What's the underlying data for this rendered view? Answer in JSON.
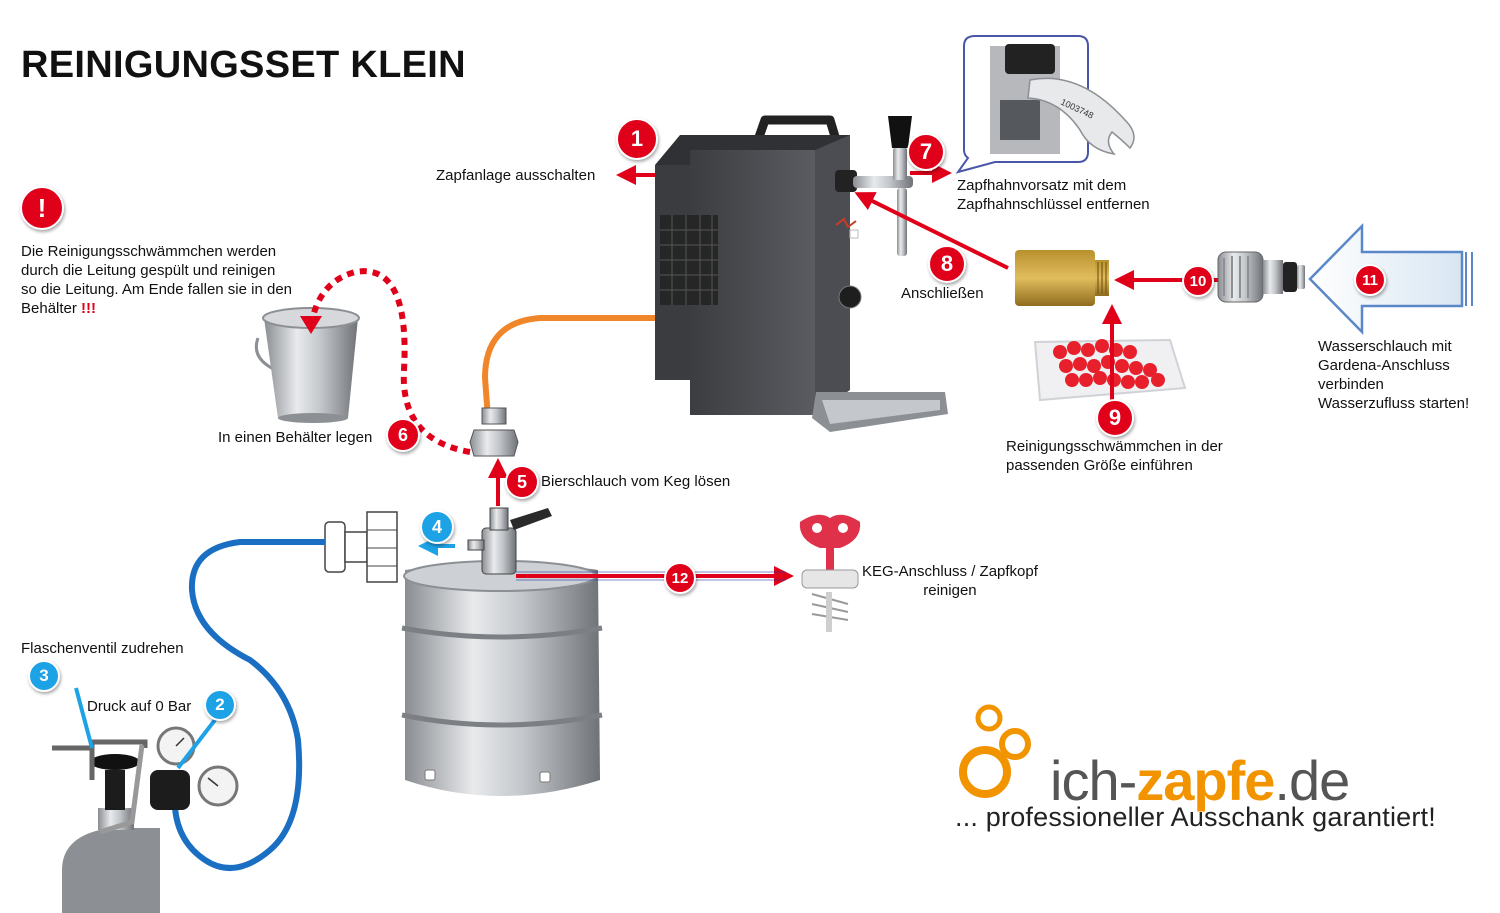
{
  "title": "REINIGUNGSSET KLEIN",
  "warning": {
    "badge": "!",
    "text": "Die Reinigungsschwämmchen werden\ndurch die Leitung gespült und reinigen\nso die Leitung. Am Ende fallen sie in den\nBehälter",
    "emphasis": "!!!"
  },
  "steps": {
    "s1": {
      "num": "1",
      "label": "Zapfanlage ausschalten"
    },
    "s2": {
      "num": "2",
      "label": "Druck auf 0 Bar"
    },
    "s3": {
      "num": "3",
      "label": "Flaschenventil zudrehen"
    },
    "s4": {
      "num": "4"
    },
    "s5": {
      "num": "5",
      "label": "Bierschlauch vom Keg lösen"
    },
    "s6": {
      "num": "6",
      "label": "In einen Behälter legen"
    },
    "s7": {
      "num": "7",
      "label": "Zapfhahnvorsatz mit dem\nZapfhahnschlüssel entfernen"
    },
    "s8": {
      "num": "8",
      "label": "Anschließen"
    },
    "s9": {
      "num": "9",
      "label": "Reinigungsschwämmchen in der\npassenden Größe einführen"
    },
    "s10": {
      "num": "10"
    },
    "s11": {
      "num": "11",
      "label": "Wasserschlauch mit\nGardena-Anschluss\nverbinden\nWasserzufluss starten!"
    },
    "s12": {
      "num": "12",
      "label": "KEG-Anschluss / Zapfkopf\nreinigen"
    }
  },
  "wrench_serial": "1003748",
  "logo": {
    "prefix": "ich-",
    "highlight": "zapfe",
    "suffix": ".de",
    "tagline": "... professioneller Ausschank garantiert!"
  },
  "colors": {
    "red_badge": "#e0001a",
    "blue_badge": "#1ea2e6",
    "beer_hose": "#f0862a",
    "water_hose": "#1b6fc2",
    "logo_orange": "#f29400"
  }
}
